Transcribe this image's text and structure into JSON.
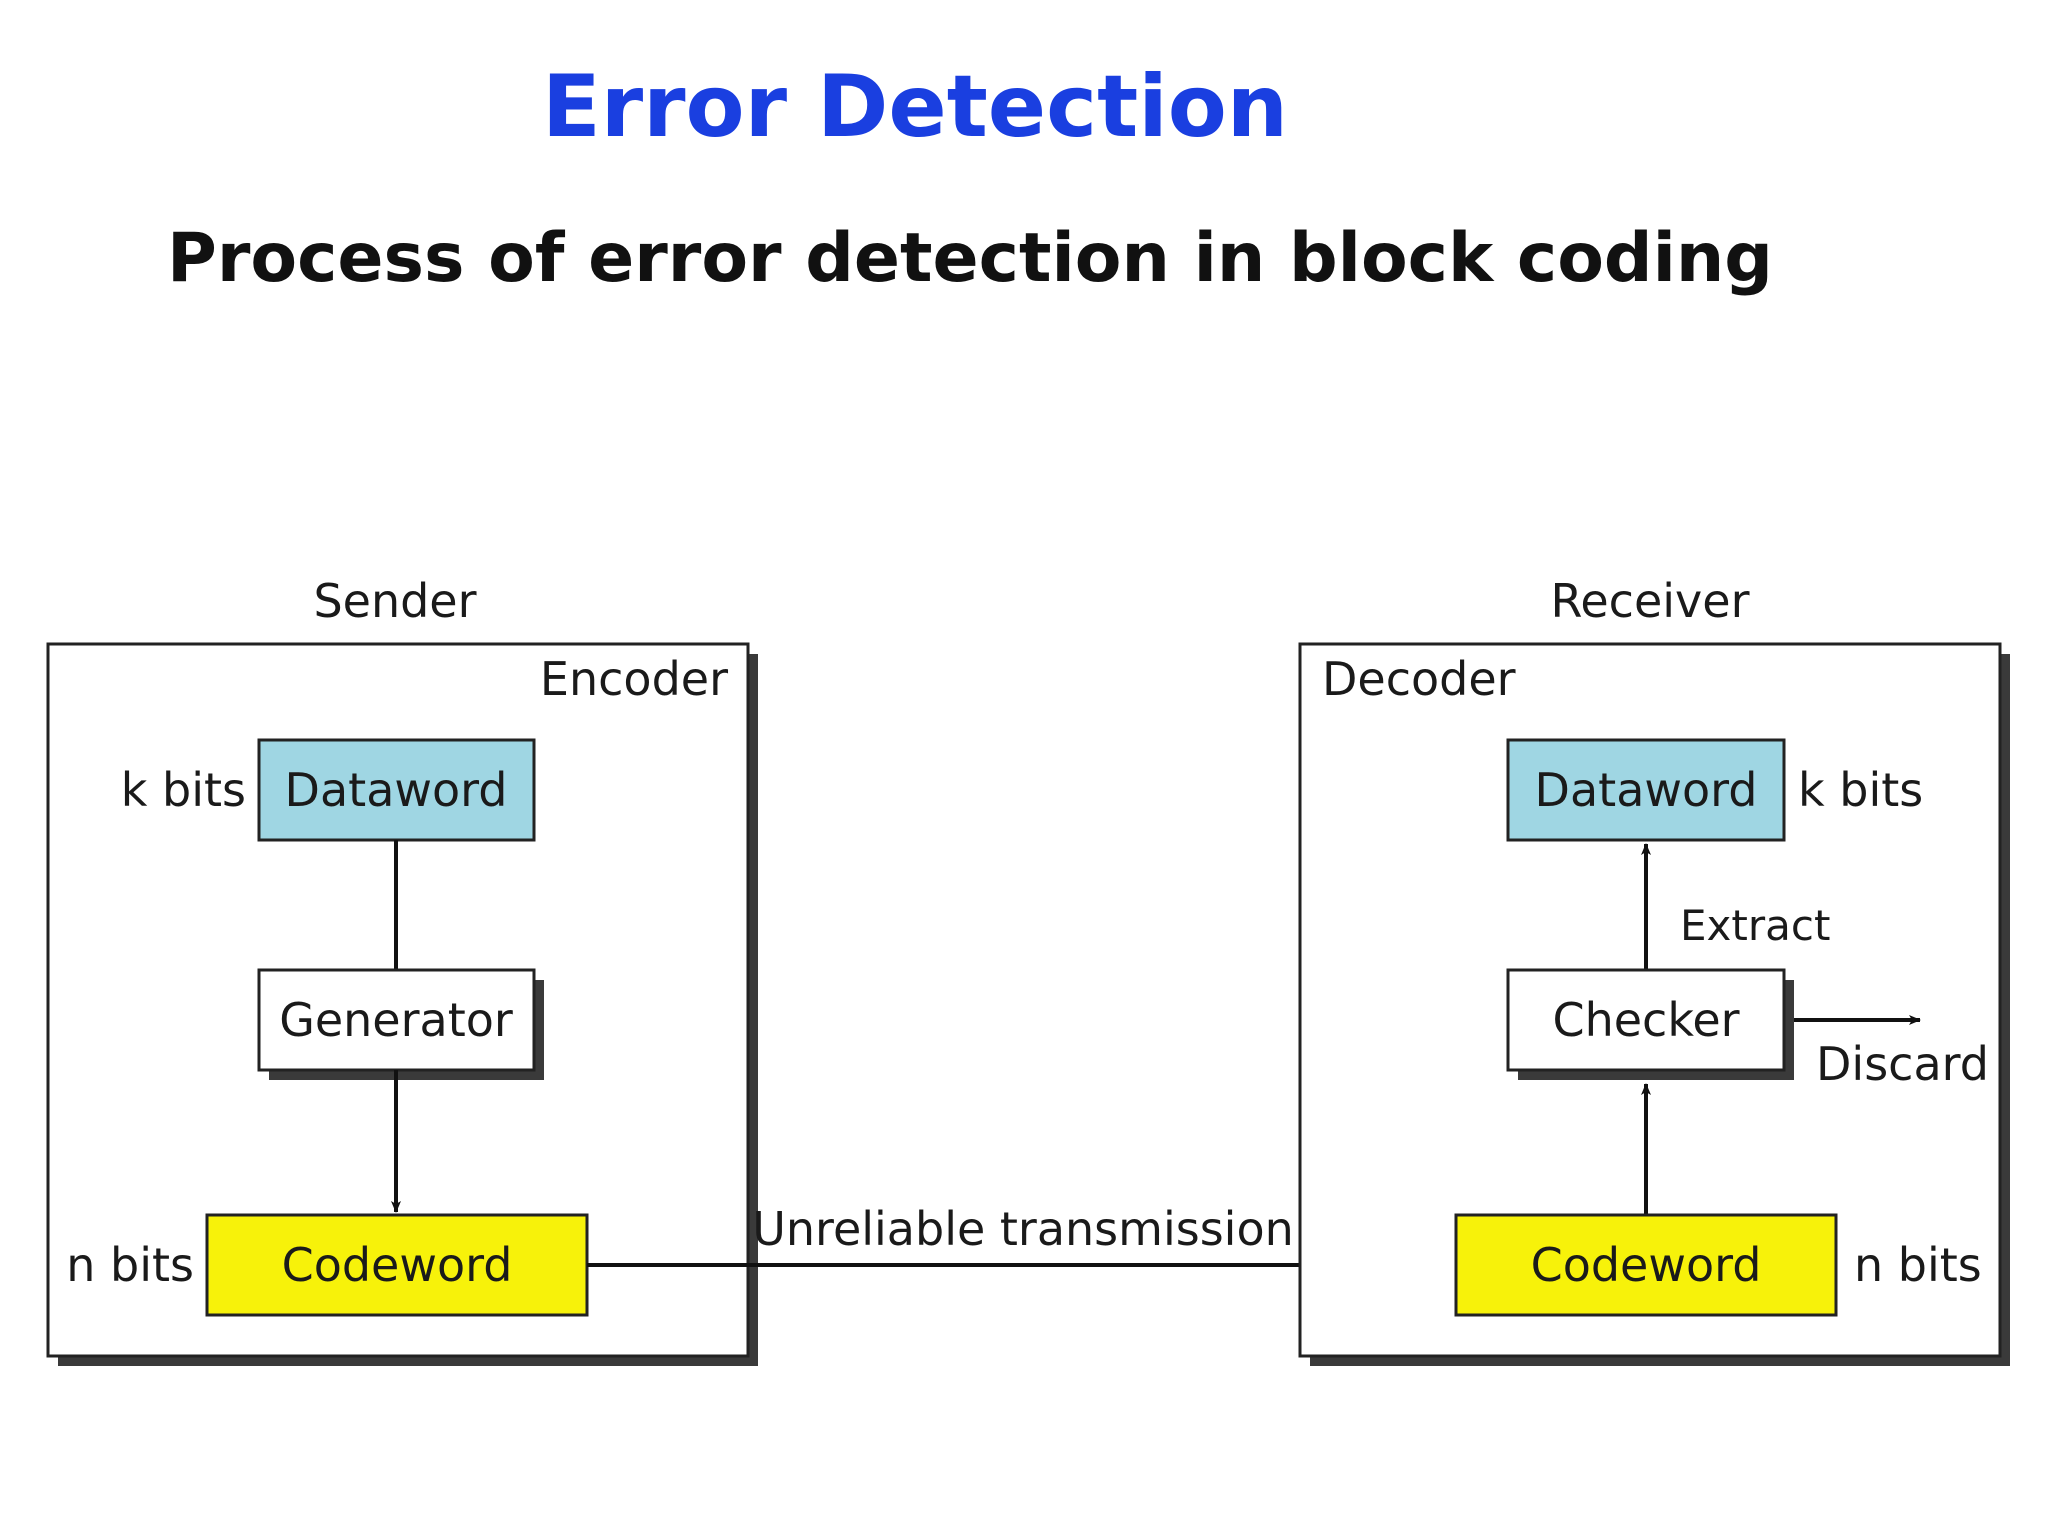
{
  "slide": {
    "title": "Error Detection",
    "subtitle": "Process of error detection in block coding"
  },
  "diagram": {
    "sender": {
      "label": "Sender",
      "container_label": "Encoder",
      "dataword": {
        "label": "Dataword",
        "size": "k bits"
      },
      "generator": {
        "label": "Generator"
      },
      "codeword": {
        "label": "Codeword",
        "size": "n bits"
      }
    },
    "channel": {
      "label": "Unreliable transmission"
    },
    "receiver": {
      "label": "Receiver",
      "container_label": "Decoder",
      "dataword": {
        "label": "Dataword",
        "size": "k bits"
      },
      "checker": {
        "label": "Checker"
      },
      "extract_label": "Extract",
      "discard_label": "Discard",
      "codeword": {
        "label": "Codeword",
        "size": "n bits"
      }
    },
    "colors": {
      "dataword_fill": "#9fd6e3",
      "codeword_fill": "#f7f20a",
      "title_blue": "#1a3fe0",
      "shadow": "#3a3a3a"
    }
  }
}
